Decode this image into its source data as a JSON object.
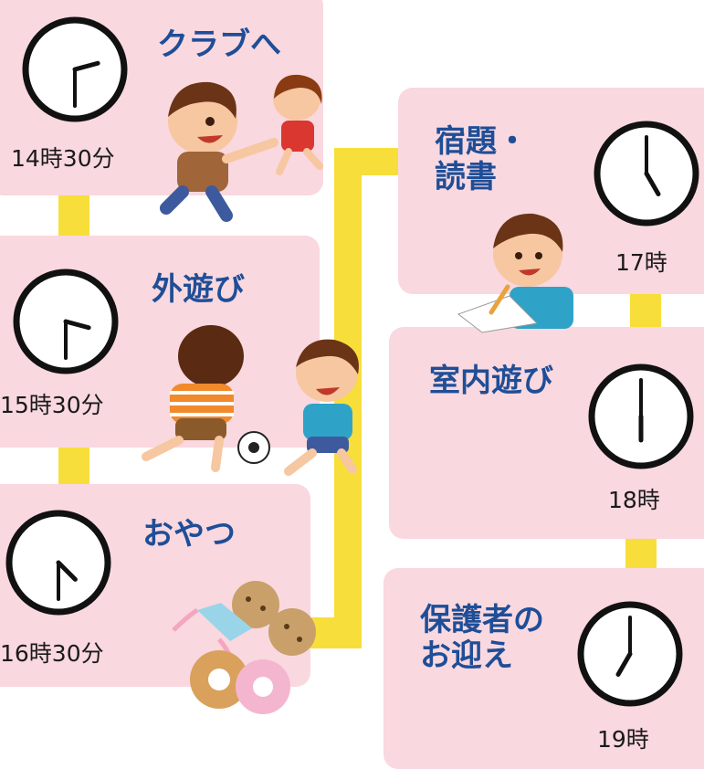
{
  "schedule": {
    "items": [
      {
        "title": "クラブへ",
        "time": "14時30分",
        "clock": {
          "hour": 2,
          "minute": 30
        }
      },
      {
        "title": "外遊び",
        "time": "15時30分",
        "clock": {
          "hour": 3,
          "minute": 30
        }
      },
      {
        "title": "おやつ",
        "time": "16時30分",
        "clock": {
          "hour": 4,
          "minute": 30
        }
      },
      {
        "title": "宿題・\n読書",
        "time": "17時",
        "clock": {
          "hour": 5,
          "minute": 0
        }
      },
      {
        "title": "室内遊び",
        "time": "18時",
        "clock": {
          "hour": 6,
          "minute": 0
        }
      },
      {
        "title": "保護者の\nお迎え",
        "time": "19時",
        "clock": {
          "hour": 7,
          "minute": 0
        }
      }
    ]
  },
  "colors": {
    "card": "#f9d8df",
    "connector": "#f8de3b",
    "title": "#1f4e97"
  },
  "illustrations": [
    "children-running-to-club",
    "boys-playing-soccer",
    "sweets-and-donuts",
    "boy-doing-homework"
  ]
}
